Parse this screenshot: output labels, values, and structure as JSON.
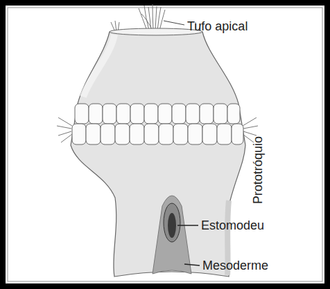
{
  "diagram": {
    "labels": [
      "Tufo apical",
      "Prototróquio",
      "Estomodeu",
      "Mesoderme"
    ]
  }
}
